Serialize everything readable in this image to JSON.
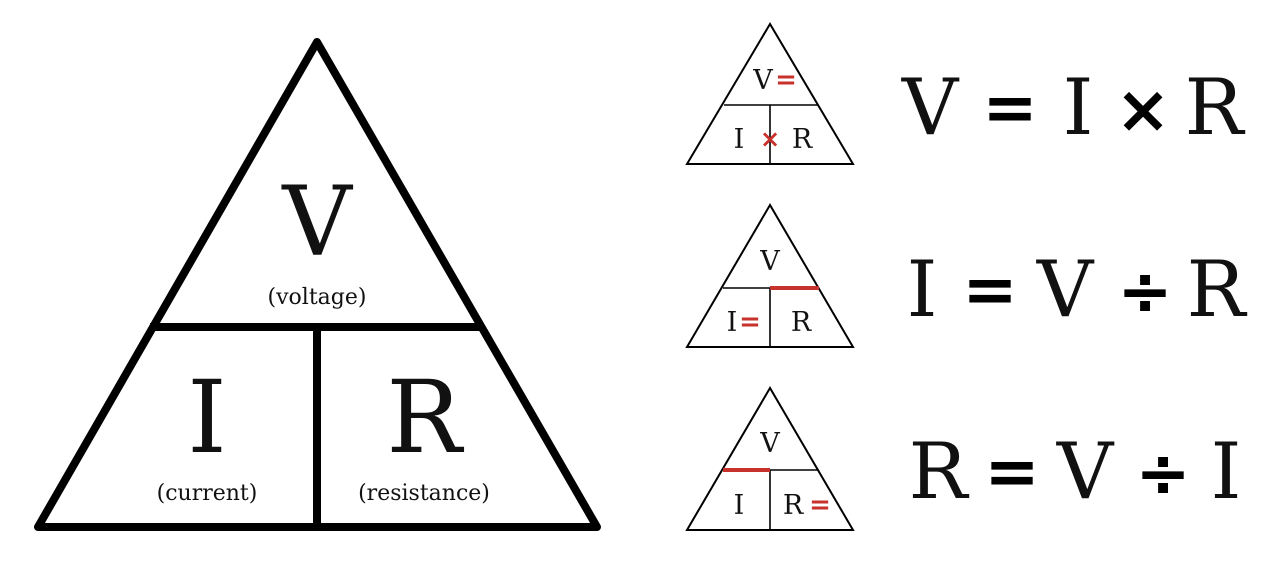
{
  "colors": {
    "line": "#000000",
    "text": "#111111",
    "accent": "#c8322c",
    "background": "#ffffff"
  },
  "main_triangle": {
    "top_symbol": "V",
    "top_caption": "(voltage)",
    "left_symbol": "I",
    "left_caption": "(current)",
    "right_symbol": "R",
    "right_caption": "(resistance)"
  },
  "rows": [
    {
      "mini": {
        "top": "V",
        "left": "I",
        "right": "R",
        "marker": "=",
        "operator": "×",
        "highlight": "none"
      },
      "equation": {
        "lhs": "V",
        "eq": "=",
        "a": "I",
        "op": "×",
        "b": "R"
      }
    },
    {
      "mini": {
        "top": "V",
        "left": "I",
        "right": "R",
        "marker": "=",
        "operator": "",
        "highlight": "right"
      },
      "equation": {
        "lhs": "I",
        "eq": "=",
        "a": "V",
        "op": "÷",
        "b": "R"
      }
    },
    {
      "mini": {
        "top": "V",
        "left": "I",
        "right": "R",
        "marker": "=",
        "operator": "",
        "highlight": "left"
      },
      "equation": {
        "lhs": "R",
        "eq": "=",
        "a": "V",
        "op": "÷",
        "b": "I"
      }
    }
  ]
}
